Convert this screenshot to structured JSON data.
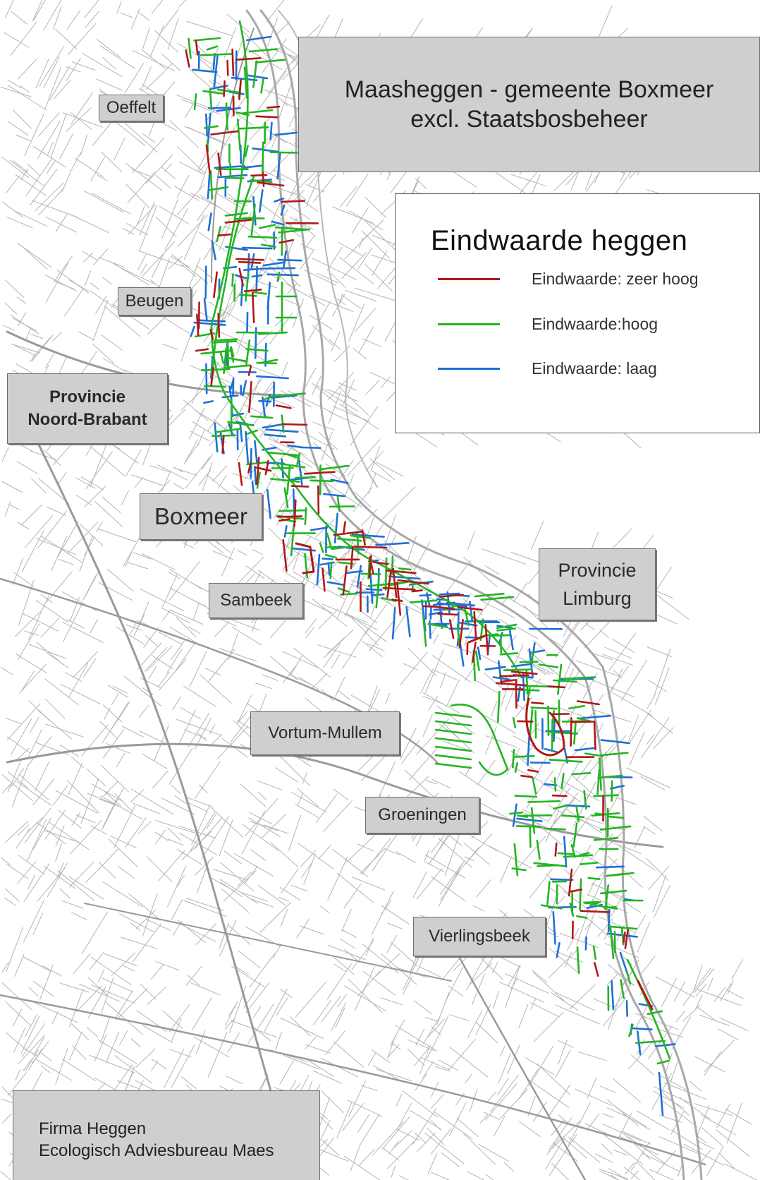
{
  "title": {
    "line1": "Maasheggen - gemeente Boxmeer",
    "line2": "excl. Staatsbosbeheer"
  },
  "legend": {
    "title": "Eindwaarde heggen",
    "items": [
      {
        "label": "Eindwaarde: zeer hoog",
        "color": "#b01818"
      },
      {
        "label": "Eindwaarde:hoog",
        "color": "#22b522"
      },
      {
        "label": "Eindwaarde: laag",
        "color": "#1f6fd6"
      }
    ]
  },
  "places": {
    "oeffelt": "Oeffelt",
    "beugen": "Beugen",
    "boxmeer": "Boxmeer",
    "sambeek": "Sambeek",
    "vortum": "Vortum-Mullem",
    "groeningen": "Groeningen",
    "vierlingsbeek": "Vierlingsbeek"
  },
  "provinces": {
    "noord_brabant": {
      "line1": "Provincie",
      "line2": "Noord-Brabant"
    },
    "limburg": {
      "line1": "Provincie",
      "line2": "Limburg"
    }
  },
  "credits": {
    "line1": "Firma Heggen",
    "line2": "Ecologisch Adviesbureau Maes"
  },
  "colors": {
    "background_lines": "#b4b4b4",
    "road": "#9a9a9a",
    "box_fill": "#cfcfcf"
  }
}
